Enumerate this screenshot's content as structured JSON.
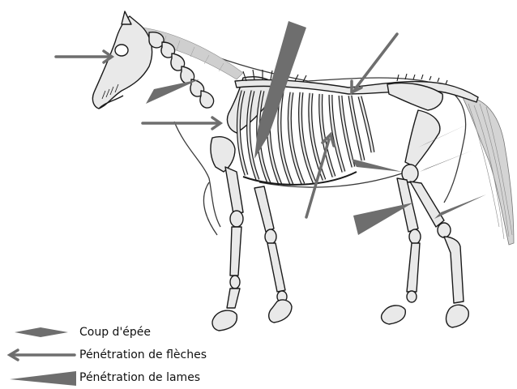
{
  "colors": {
    "marker": "#6e6e6e",
    "bone": "#e9e9e9",
    "bone_stroke": "#1a1a1a",
    "body_outline": "#3a3a3a",
    "mane": "#cfcfcf",
    "text": "#111111"
  },
  "legend": {
    "items": [
      {
        "symbol": "sword-wound-icon",
        "label": "Coup d'épée"
      },
      {
        "symbol": "arrow-icon",
        "label": "Pénétration de flèches"
      },
      {
        "symbol": "blade-icon",
        "label": "Pénétration de lames"
      }
    ]
  }
}
